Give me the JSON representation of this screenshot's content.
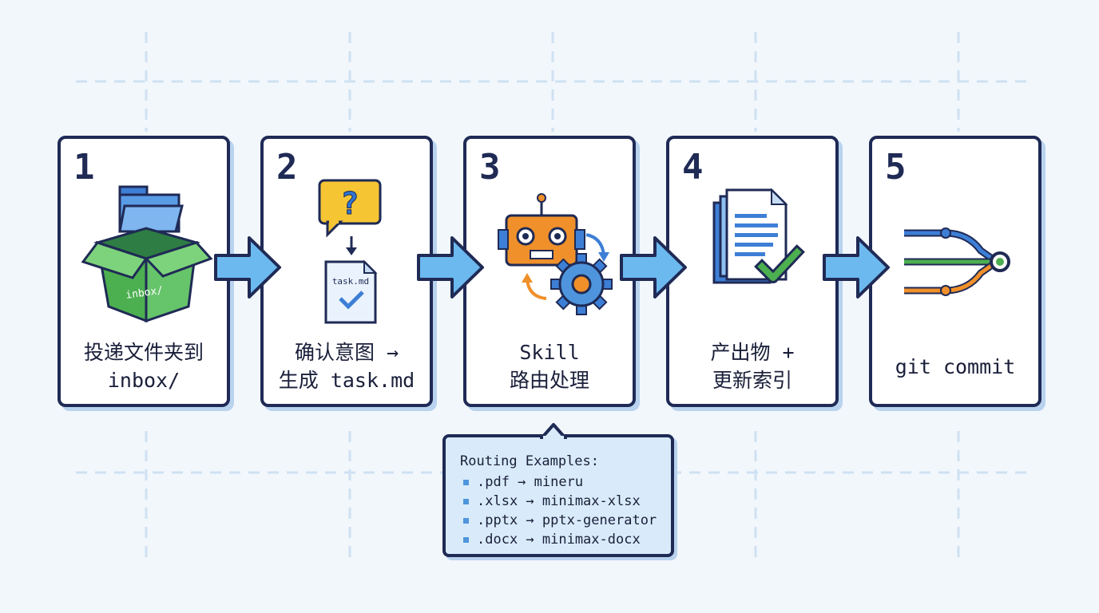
{
  "steps": [
    {
      "number": "1",
      "icon": "inbox-box-icon",
      "lines": [
        "投递文件夹到",
        "inbox/"
      ],
      "icon_text": "inbox/"
    },
    {
      "number": "2",
      "icon": "question-to-task-icon",
      "lines": [
        "确认意图 →",
        "生成 task.md"
      ],
      "icon_text": "task.md"
    },
    {
      "number": "3",
      "icon": "robot-gear-icon",
      "lines": [
        "Skill",
        "路由处理"
      ]
    },
    {
      "number": "4",
      "icon": "documents-check-icon",
      "lines": [
        "产出物 +",
        "更新索引"
      ]
    },
    {
      "number": "5",
      "icon": "git-branch-merge-icon",
      "lines": [
        "git commit"
      ]
    }
  ],
  "routing": {
    "title": "Routing Examples:",
    "items": [
      ".pdf → mineru",
      ".xlsx → minimax-xlsx",
      ".pptx → pptx-generator",
      ".docx → minimax-docx"
    ]
  },
  "colors": {
    "border": "#1f2a55",
    "arrow_fill": "#6cb9ef",
    "background": "#f2f7fc",
    "callout_bg": "#d9ebfb",
    "green": "#4caf50",
    "orange": "#f0902a",
    "blue": "#3d7fd6"
  }
}
